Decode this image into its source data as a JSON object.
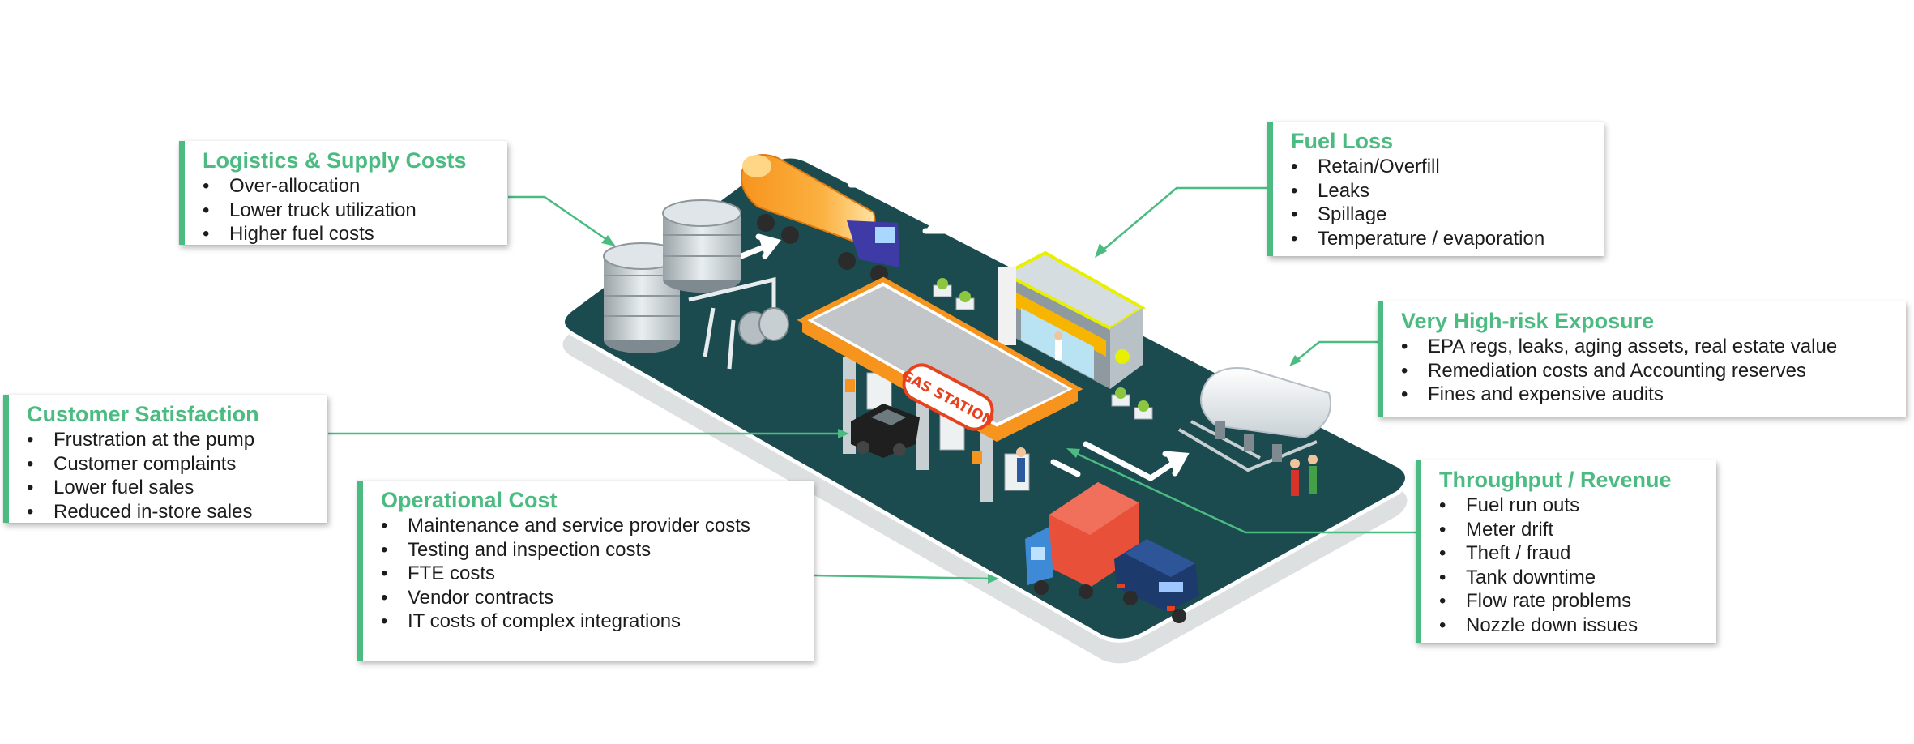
{
  "colors": {
    "accent": "#4cbb82",
    "pad": "#1c4b4f",
    "text": "#1c1c1c"
  },
  "sign_text": "GAS STATION",
  "callouts": {
    "logistics": {
      "title": "Logistics & Supply Costs",
      "items": [
        "Over-allocation",
        "Lower truck utilization",
        "Higher fuel costs"
      ]
    },
    "fuel_loss": {
      "title": "Fuel Loss",
      "items": [
        "Retain/Overfill",
        "Leaks",
        "Spillage",
        "Temperature / evaporation"
      ]
    },
    "risk": {
      "title": "Very High-risk Exposure",
      "items": [
        "EPA regs, leaks, aging assets, real estate value",
        "Remediation costs and Accounting reserves",
        "Fines and expensive audits"
      ]
    },
    "customer": {
      "title": "Customer Satisfaction",
      "items": [
        "Frustration at the pump",
        "Customer complaints",
        "Lower fuel sales",
        "Reduced in-store sales"
      ]
    },
    "operational": {
      "title": "Operational Cost",
      "items": [
        "Maintenance and service provider costs",
        "Testing and inspection costs",
        "FTE costs",
        "Vendor contracts",
        "IT costs of complex integrations"
      ]
    },
    "throughput": {
      "title": "Throughput / Revenue",
      "items": [
        "Fuel run outs",
        "Meter drift",
        "Theft / fraud",
        "Tank downtime",
        "Flow rate problems",
        "Nozzle down issues"
      ]
    }
  }
}
